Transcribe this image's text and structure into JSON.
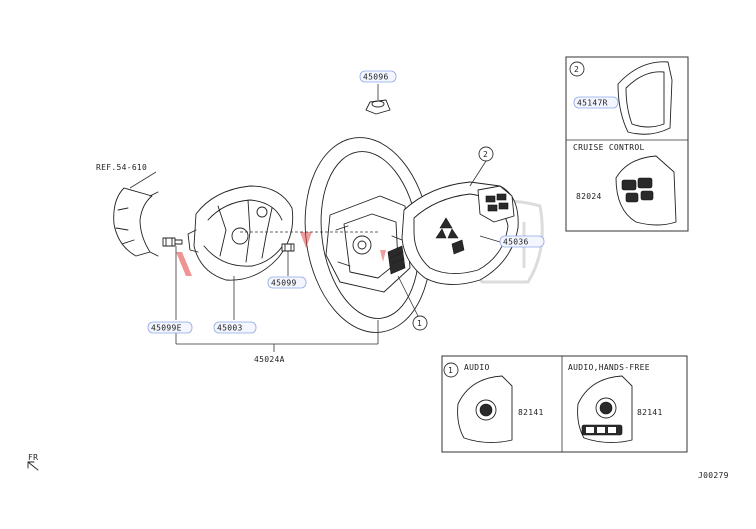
{
  "parts": {
    "p45096": "45096",
    "ref": "REF.54-610",
    "p45036": "45036",
    "p45099": "45099",
    "p45099e": "45099E",
    "p45003": "45003",
    "p45024a": "45024A"
  },
  "callouts": {
    "one": "1",
    "two": "2"
  },
  "cruise_box": {
    "index": "2",
    "part_upper": "45147R",
    "title": "CRUISE CONTROL",
    "part_lower": "82024"
  },
  "audio_box": {
    "index": "1",
    "left_title": "AUDIO",
    "left_part": "82141",
    "right_title": "AUDIO,HANDS-FREE",
    "right_part": "82141"
  },
  "fr_label": "FR",
  "diagram_id": "J00279",
  "colors": {
    "highlight_fill": "#f3f6ff",
    "highlight_stroke": "#8fa6e6",
    "line": "#333333",
    "accent_red": "#e23b3b"
  }
}
